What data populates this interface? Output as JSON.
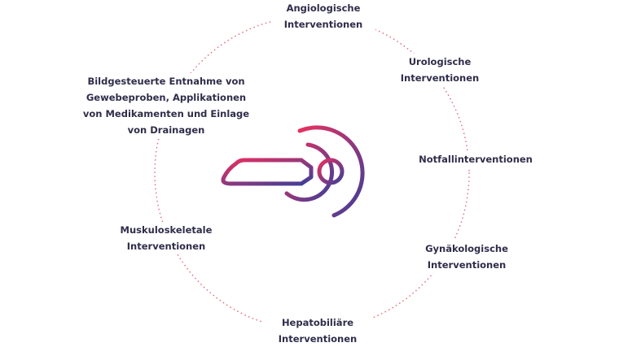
{
  "diagram": {
    "labels": [
      "Angiologische\nInterventionen",
      "Urologische\nInterventionen",
      "Notfallinterventionen",
      "Gynäkologische\nInterventionen",
      "Hepatobiliäre\nInterventionen",
      "Muskuloskeletale\nInterventionen",
      "Bildgesteuerte Entnahme von\nGewebeproben, Applikationen\nvon Medikamenten und Einlage\nvon Drainagen"
    ],
    "colors": {
      "ring_dots": "#e0707f",
      "icon_gradient_start": "#e8305f",
      "icon_gradient_end": "#3c3f9a",
      "text": "#2f2d4a"
    },
    "icon": "mri-scanner-icon"
  }
}
